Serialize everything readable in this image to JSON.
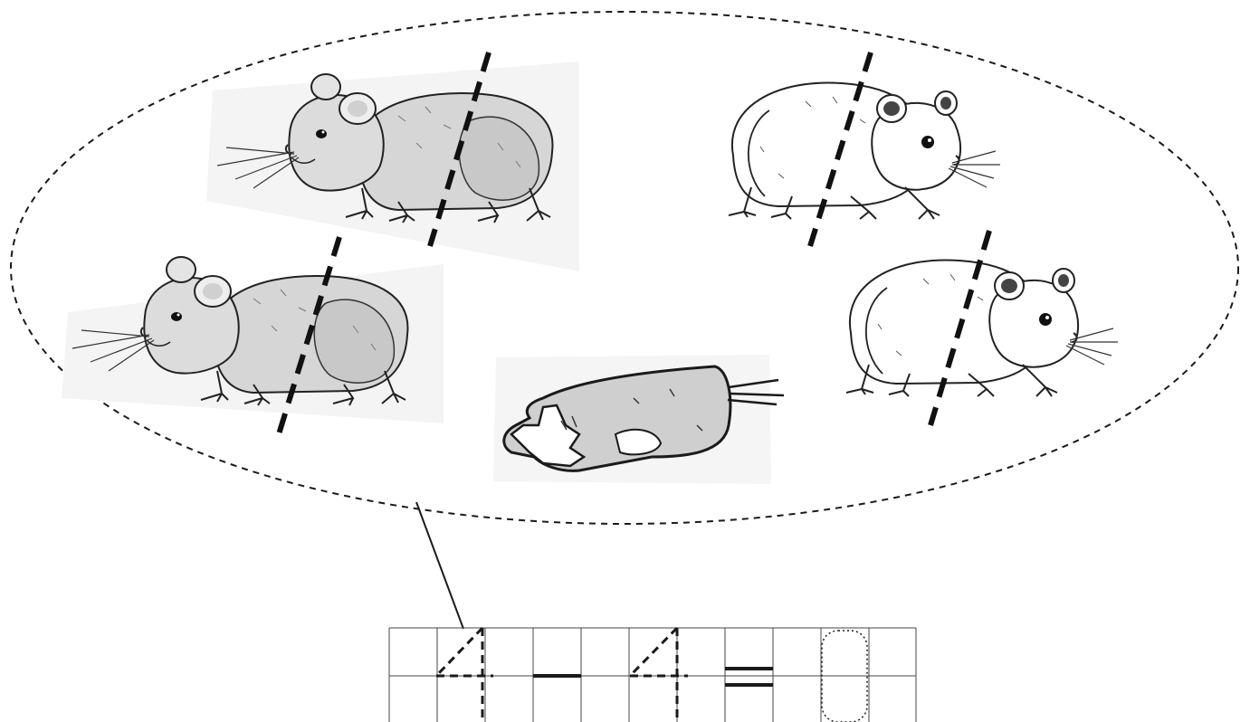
{
  "worksheet": {
    "group": {
      "total_animals": 5,
      "whole_animals": 4,
      "partial_animals": 1,
      "animal_kind": "hamster"
    },
    "answer_row": {
      "cells": [
        {
          "kind": "digit",
          "value": "4",
          "style": "dashed-trace"
        },
        {
          "kind": "sign",
          "value": "−"
        },
        {
          "kind": "digit",
          "value": "4",
          "style": "dashed-trace"
        },
        {
          "kind": "sign",
          "value": "="
        },
        {
          "kind": "empty-answer",
          "value": "",
          "style": "dotted-box"
        }
      ]
    },
    "colors": {
      "ink": "#1a1a1a",
      "fur_shade": "#d9d9d9",
      "paper_shadow": "#efefef"
    }
  }
}
